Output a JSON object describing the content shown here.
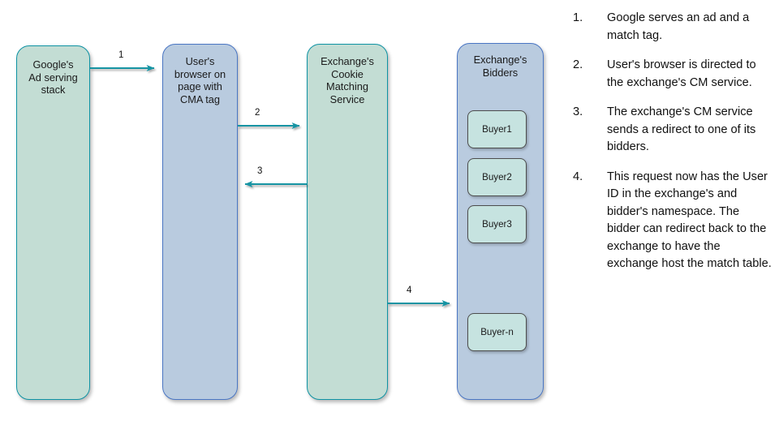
{
  "diagram": {
    "lanes": [
      {
        "id": "google",
        "label": "Google's\nAd serving\nstack",
        "fill": "#c3ddd4",
        "stroke": "#0e93a4"
      },
      {
        "id": "browser",
        "label": "User's\nbrowser on\npage with\nCMA tag",
        "fill": "#b9cbdf",
        "stroke": "#4a76c4"
      },
      {
        "id": "cms",
        "label": "Exchange's\nCookie\nMatching\nService",
        "fill": "#c3ddd4",
        "stroke": "#0e93a4"
      },
      {
        "id": "bidders",
        "label": "Exchange's\nBidders",
        "fill": "#b9cbdf",
        "stroke": "#4a76c4"
      }
    ],
    "buyers": [
      {
        "label": "Buyer1"
      },
      {
        "label": "Buyer2"
      },
      {
        "label": "Buyer3"
      },
      {
        "label": "Buyer-n"
      }
    ],
    "arrows": [
      {
        "label": "1",
        "from": "google",
        "to": "browser",
        "direction": "right"
      },
      {
        "label": "2",
        "from": "browser",
        "to": "cms",
        "direction": "right"
      },
      {
        "label": "3",
        "from": "cms",
        "to": "browser",
        "direction": "left"
      },
      {
        "label": "4",
        "from": "cms",
        "to": "bidders",
        "direction": "right"
      }
    ],
    "arrow_color": "#1594a3"
  },
  "notes": {
    "items": [
      {
        "number": "1.",
        "text": "Google serves an ad and a match tag."
      },
      {
        "number": "2.",
        "text": "User's browser is directed to the exchange's CM service."
      },
      {
        "number": "3.",
        "text": "The exchange's CM service sends a redirect to one of its bidders."
      },
      {
        "number": "4.",
        "text": "This request now has the User ID in the exchange's and bidder's namespace. The bidder can redirect back to the exchange to have the exchange host the match table."
      }
    ]
  }
}
